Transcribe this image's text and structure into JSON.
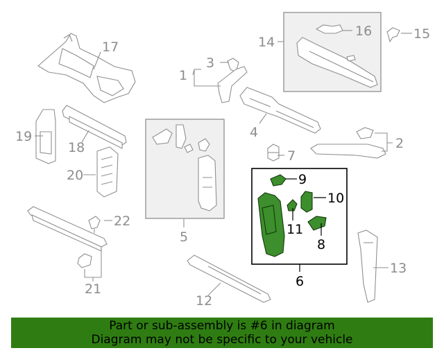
{
  "diagram": {
    "callouts": [
      "1",
      "2",
      "3",
      "4",
      "5",
      "6",
      "7",
      "8",
      "9",
      "10",
      "11",
      "12",
      "13",
      "14",
      "15",
      "16",
      "17",
      "18",
      "19",
      "20",
      "21",
      "22"
    ],
    "highlight_callout": "6"
  },
  "colors": {
    "highlight_part": "#3c8f2c",
    "banner": "#2f7d12",
    "label_grey": "#8c8c8c"
  },
  "banner": {
    "line1": "Part or sub-assembly is #6 in diagram",
    "line2": "Diagram may not be specific to your vehicle"
  }
}
